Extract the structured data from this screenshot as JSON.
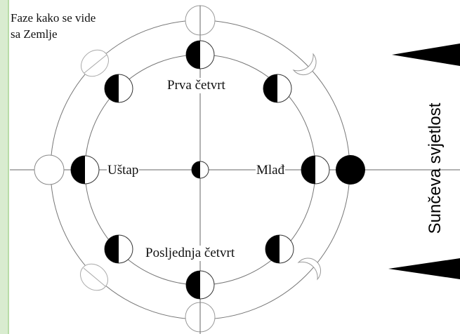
{
  "caption": {
    "line1": "Faze kako se vide",
    "line2": "sa Zemlje"
  },
  "labels": {
    "first_quarter": "Prva četvrt",
    "full_moon": "Uštap",
    "new_moon": "Mlađ",
    "last_quarter": "Posljednja četvrt"
  },
  "sunlight_label": "Sunčeva svjetlost",
  "colors": {
    "ink": "#000000",
    "line": "#555555",
    "orbit": "#666666",
    "sidebar": "#d9ecd0"
  }
}
